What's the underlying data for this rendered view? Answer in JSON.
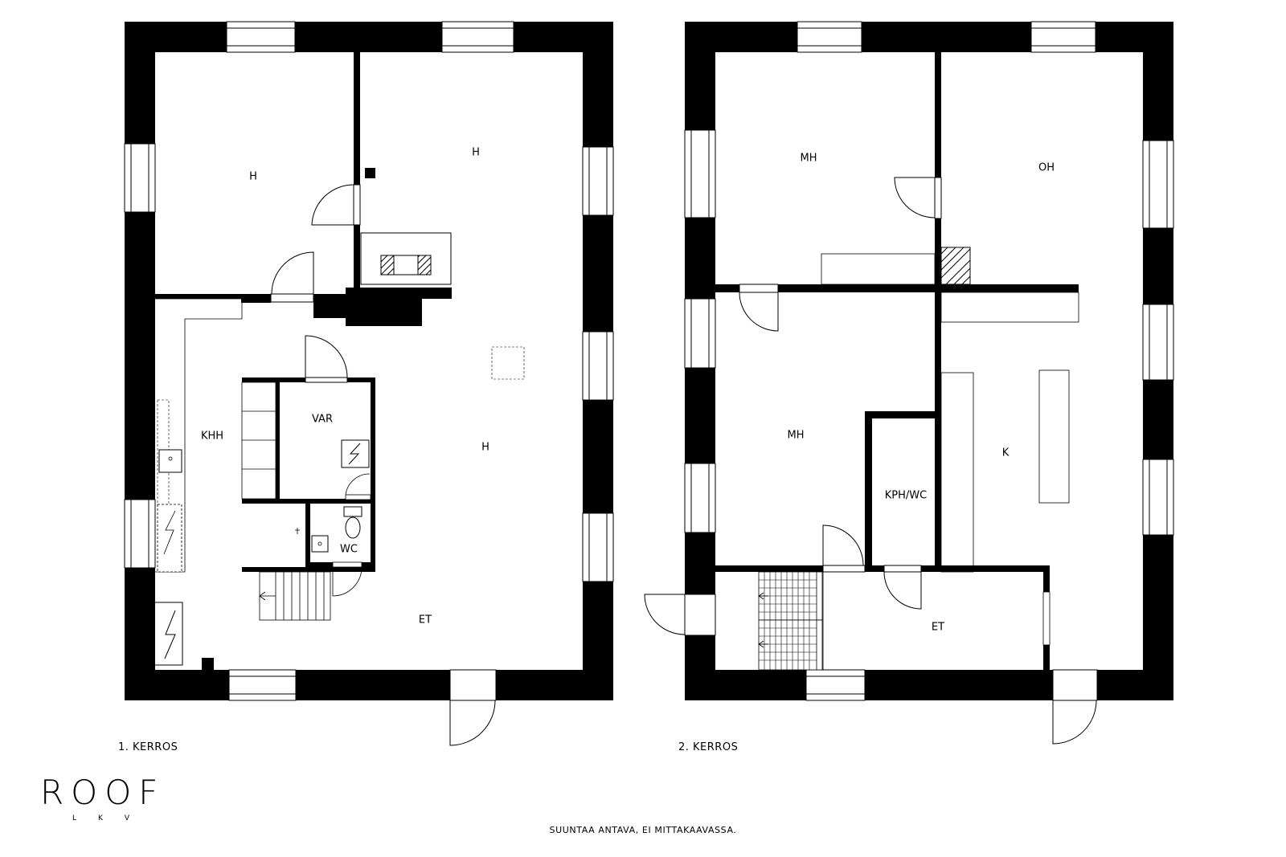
{
  "floors": [
    {
      "label": "1. KERROS",
      "rooms": [
        "H",
        "H",
        "KHH",
        "VAR",
        "H",
        "WC",
        "ET"
      ]
    },
    {
      "label": "2. KERROS",
      "rooms": [
        "MH",
        "OH",
        "MH",
        "KPH/WC",
        "K",
        "ET"
      ]
    }
  ],
  "logo": {
    "name": "ROOF",
    "sub": "LKV"
  },
  "note": "SUUNTAA ANTAVA, EI MITTAKAAVASSA."
}
